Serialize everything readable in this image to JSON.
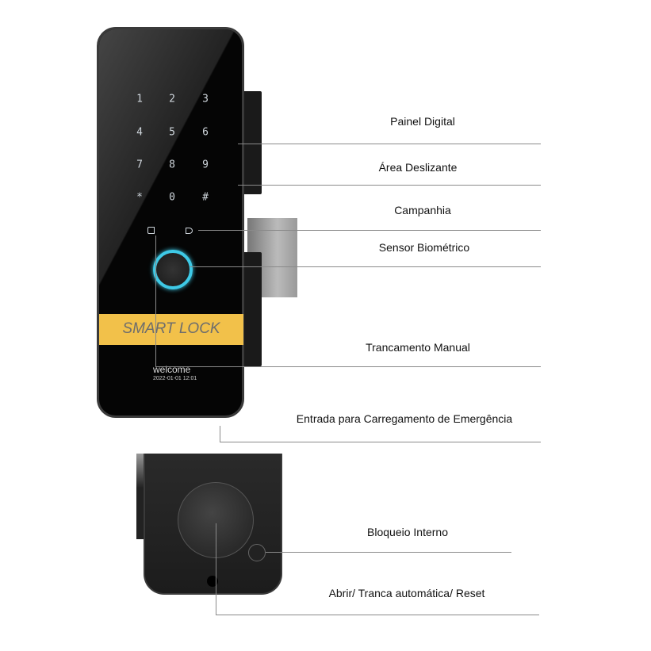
{
  "device": {
    "keypad": [
      "1",
      "2",
      "3",
      "4",
      "5",
      "6",
      "7",
      "8",
      "9",
      "*",
      "0",
      "#"
    ],
    "band_text": "SMART LOCK",
    "screen_title": "welcome",
    "screen_datetime": "2022-01-01 12:01",
    "band_color": "#f2c14a",
    "ring_color": "#3ec9e6"
  },
  "labels": {
    "digital_panel": "Painel Digital",
    "sliding_area": "Área Deslizante",
    "doorbell": "Campanhia",
    "biometric_sensor": "Sensor Biométrico",
    "manual_lock": "Trancamento Manual",
    "emergency_charging": "Entrada para Carregamento de Emergência",
    "internal_lock": "Bloqueio Interno",
    "open_auto_reset": "Abrir/ Tranca automática/ Reset"
  }
}
